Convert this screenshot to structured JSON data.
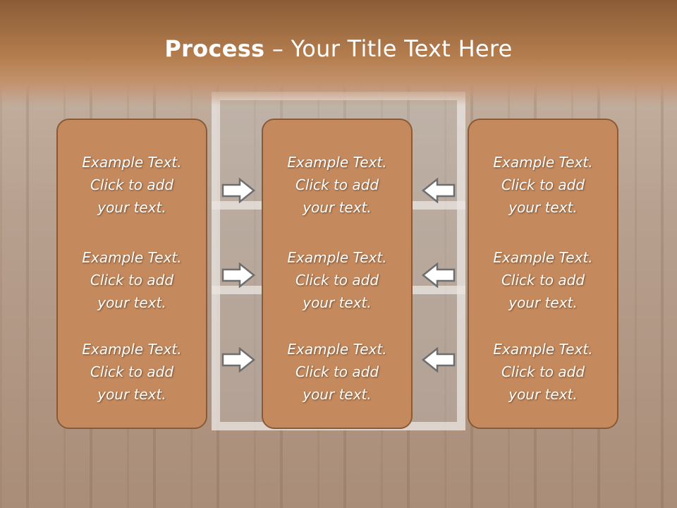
{
  "slide": {
    "title_bold": "Process",
    "title_rest": " – Your Title Text Here"
  },
  "columns": [
    {
      "items": [
        {
          "line1": "Example Text.",
          "line2": "Click  to add",
          "line3": "your text."
        },
        {
          "line1": "Example Text.",
          "line2": "Click  to add",
          "line3": "your text."
        },
        {
          "line1": "Example Text.",
          "line2": "Click  to add",
          "line3": "your text."
        }
      ]
    },
    {
      "items": [
        {
          "line1": "Example Text.",
          "line2": "Click  to add",
          "line3": "your text."
        },
        {
          "line1": "Example Text.",
          "line2": "Click  to add",
          "line3": "your text."
        },
        {
          "line1": "Example Text.",
          "line2": "Click  to add",
          "line3": "your text."
        }
      ]
    },
    {
      "items": [
        {
          "line1": "Example Text.",
          "line2": "Click  to add",
          "line3": "your text."
        },
        {
          "line1": "Example Text.",
          "line2": "Click  to add",
          "line3": "your text."
        },
        {
          "line1": "Example Text.",
          "line2": "Click  to add",
          "line3": "your text."
        }
      ]
    }
  ],
  "arrows": {
    "left_group": [
      "arrow-right-icon",
      "arrow-right-icon",
      "arrow-right-icon"
    ],
    "right_group": [
      "arrow-left-icon",
      "arrow-left-icon",
      "arrow-left-icon"
    ]
  },
  "colors": {
    "header": "#b57e4f",
    "box_fill": "#c48a5e",
    "box_border": "#8a5a38",
    "text": "#ffffff"
  }
}
